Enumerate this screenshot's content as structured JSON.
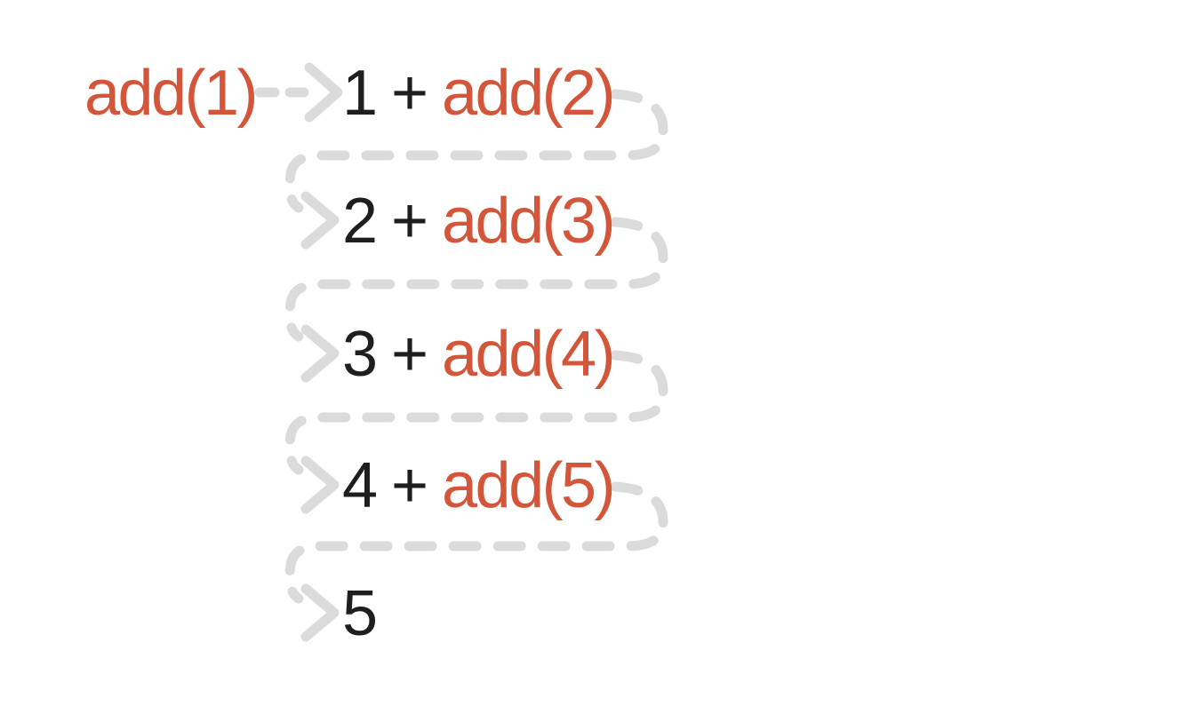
{
  "diagram": {
    "description_of_icons": {
      "initial_arrow": "dashed-right-arrow-icon",
      "loop_connector": "dashed-u-turn-arrow-icon"
    },
    "colors": {
      "call_color": "#D3563A",
      "literal_color": "#1E1E20",
      "arrow_color": "#DBDBDB",
      "background": "#FFFFFF"
    },
    "root_call": "add(1)",
    "steps": [
      {
        "literal": "1 + ",
        "call": "add(2)"
      },
      {
        "literal": "2 + ",
        "call": "add(3)"
      },
      {
        "literal": "3 + ",
        "call": "add(4)"
      },
      {
        "literal": "4 + ",
        "call": "add(5)"
      },
      {
        "literal": "5",
        "call": ""
      }
    ]
  }
}
